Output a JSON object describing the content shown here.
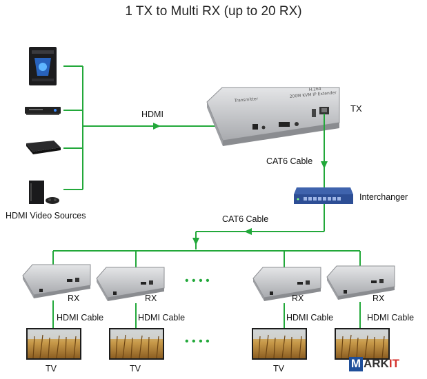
{
  "title": "1 TX to Multi RX (up to 20 RX)",
  "labels": {
    "hdmi": "HDMI",
    "tx": "TX",
    "cat6_top": "CAT6 Cable",
    "interchanger": "Interchanger",
    "cat6_mid": "CAT6 Cable",
    "sources": "HDMI Video Sources",
    "ellipsis": "• • • •"
  },
  "receivers": [
    {
      "rx": "RX",
      "cable": "HDMI Cable",
      "tv": "TV"
    },
    {
      "rx": "RX",
      "cable": "HDMI Cable",
      "tv": "TV"
    },
    {
      "rx": "RX",
      "cable": "HDMI Cable",
      "tv": "TV"
    },
    {
      "rx": "RX",
      "cable": "HDMI Cable",
      "tv": "TV"
    }
  ],
  "tx_device": {
    "top_line1": "Transmitter",
    "top_line2": "200M KVM IP Extender",
    "top_line3": "H.264"
  },
  "logo": {
    "m": "M",
    "ark": "ARK",
    "it": "IT"
  },
  "colors": {
    "line": "#22a83a",
    "device": "#c9cacc",
    "switch": "#2d4e95"
  }
}
